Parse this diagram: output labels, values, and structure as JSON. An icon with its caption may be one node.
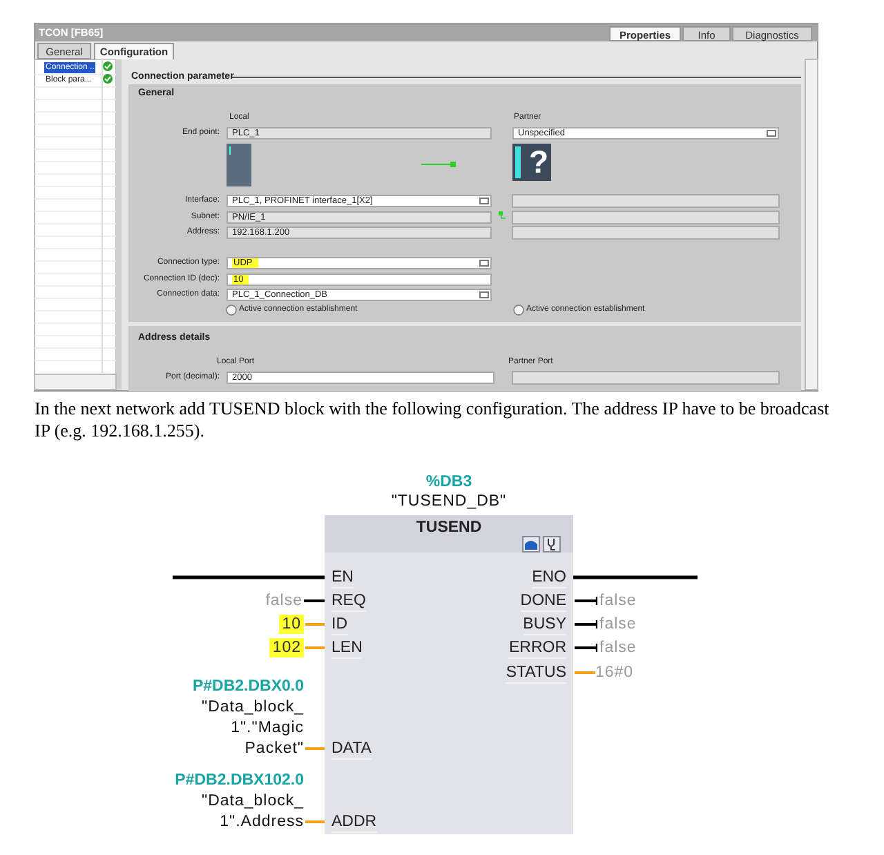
{
  "diagram": {
    "nodes": [
      {
        "text": [
          "TUSEND",
          "EN",
          "REQ",
          "ID",
          "LEN",
          "DATA",
          "ADDR",
          "ENO",
          "DONE",
          "BUSY",
          "ERROR",
          "STATUS"
        ],
        "beside": [
          "%DB3",
          "\"TUSEND_DB\""
        ]
      },
      {
        "text": [
          "false"
        ]
      },
      {
        "text": [
          "10"
        ]
      },
      {
        "text": [
          "102"
        ]
      },
      {
        "text": [
          "P#DB2.DBX0.0",
          "\"Data_block_ 1\".\"Magic Packet\""
        ]
      },
      {
        "text": [
          "P#DB2.DBX102.0",
          "\"Data_block_ 1\".Address"
        ]
      },
      {
        "text": [
          "false"
        ]
      },
      {
        "text": [
          "false"
        ]
      },
      {
        "text": [
          "false"
        ]
      },
      {
        "text": [
          "16#0"
        ]
      }
    ],
    "edges": [
      {
        "from": null,
        "to": 0,
        "arrow": "none"
      },
      {
        "from": 0,
        "to": null,
        "arrow": "none"
      },
      {
        "from": 1,
        "to": 0,
        "arrow": "none"
      },
      {
        "from": 2,
        "to": 0,
        "arrow": "none",
        "color": "#f5a01a"
      },
      {
        "from": 3,
        "to": 0,
        "arrow": "none",
        "color": "#f5a01a"
      },
      {
        "from": 4,
        "to": 0,
        "arrow": "none",
        "color": "#f5a01a"
      },
      {
        "from": 5,
        "to": 0,
        "arrow": "none",
        "color": "#f5a01a"
      },
      {
        "from": 0,
        "to": 6,
        "arrow": "other"
      },
      {
        "from": 0,
        "to": 7,
        "arrow": "other"
      },
      {
        "from": 0,
        "to": 8,
        "arrow": "other"
      },
      {
        "from": 0,
        "to": 9,
        "arrow": "none",
        "color": "#f5a01a"
      }
    ],
    "labels": [
      "TCON [FB65]",
      "Properties",
      "Info",
      "Diagnostics",
      "General",
      "Configuration",
      "Connection ...",
      "Block para...",
      "Connection parameter",
      "General",
      "Local",
      "Partner",
      "End point:",
      "PLC_1",
      "Unspecified",
      "?",
      "Interface:",
      "PLC_1, PROFINET interface_1[X2]",
      "Subnet:",
      "PN/IE_1",
      "Address:",
      "192.168.1.200",
      "Connection type:",
      "UDP",
      "Connection ID (dec):",
      "10",
      "Connection data:",
      "PLC_1_Connection_DB",
      "Active connection establishment",
      "Active connection establishment",
      "Address details",
      "Local Port",
      "Partner Port",
      "Port (decimal):",
      "2000",
      "In the next network add TUSEND block with the following configuration. The address IP have to be broadcast IP (e.g. 192.168.1.255)."
    ]
  }
}
